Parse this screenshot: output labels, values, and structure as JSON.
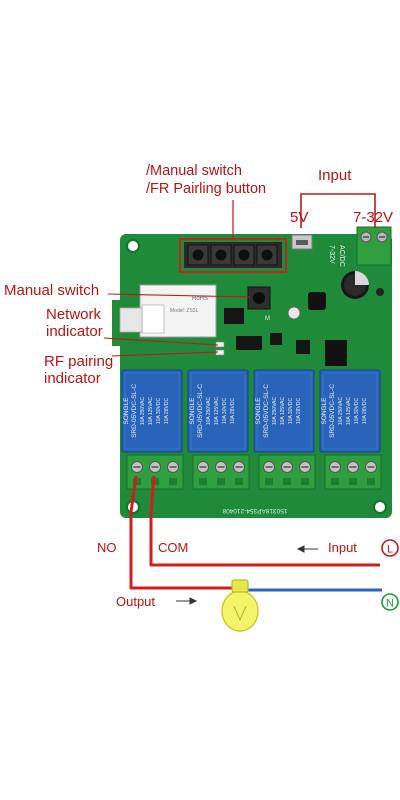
{
  "labels": {
    "manual_switch_top": "/Manual switch",
    "fr_pairing_button": "/FR Pairling button",
    "input_top": "Input",
    "v5": "5V",
    "v7_32": "7-32V",
    "manual_switch_left": "Manual switch",
    "network": "Network",
    "indicator_network": "indicator",
    "rf_pairing": "RF pairing",
    "indicator_rf": "indicator",
    "no": "NO",
    "com": "COM",
    "input_bottom": "Input",
    "output": "Output",
    "line_terminal": "L",
    "neutral_terminal": "N"
  },
  "board_text": {
    "relay_brand": "SONGLE",
    "relay_model": "SRD-05VDC-SL-C",
    "relay_rating_1": "10A 250VAC",
    "relay_rating_2": "10A 125VAC",
    "relay_rating_3": "10A 30VDC",
    "relay_rating_4": "10A 28VDC",
    "input_spec": "7-32V",
    "acdc": "AC/DC",
    "pcb_code": "150318AP354-210408",
    "module_text": "RoHS",
    "module_line2": "Model: ZS3L",
    "module_line3": "M"
  },
  "colors": {
    "pcb": "#1e8a3a",
    "pcb_dark": "#16702e",
    "relay": "#2a64b8",
    "terminal": "#2e9e3e",
    "line_wire": "#d41c1c",
    "neutral_wire": "#2a62c0",
    "bulb": "#e6e84a",
    "label_red": "#b81414"
  }
}
